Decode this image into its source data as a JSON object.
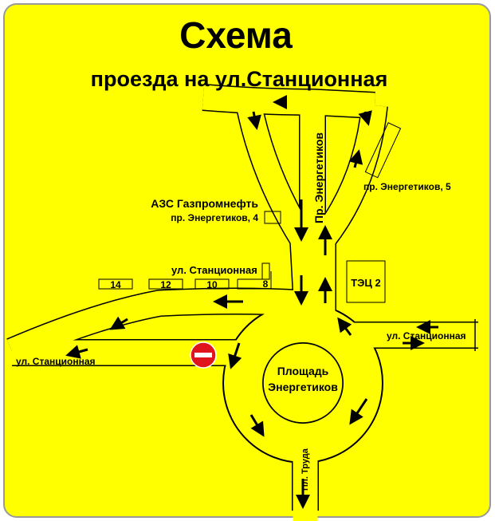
{
  "title": "Схема",
  "subtitle": "проезда на ул.Станционная",
  "labels": {
    "azs_name": "АЗС Газпромнефть",
    "azs_address": "пр. Энергетиков, 4",
    "energetikov_5": "пр. Энергетиков, 5",
    "prospekt": "Пр. Энергетиков",
    "stancionnaya_top": "ул. Станционная",
    "stancionnaya_left": "ул. Станционная",
    "stancionnaya_right": "ул. Станционная",
    "square_line1": "Площадь",
    "square_line2": "Энергетиков",
    "trud": "Пл. Труда",
    "tec": "ТЭЦ 2"
  },
  "buildings": [
    "14",
    "12",
    "10",
    "8"
  ],
  "colors": {
    "background": "#ffff00",
    "sign": "#e0141c",
    "road_line": "#000000"
  },
  "icons": [
    "no-entry-sign-icon",
    "direction-arrow-icon"
  ]
}
